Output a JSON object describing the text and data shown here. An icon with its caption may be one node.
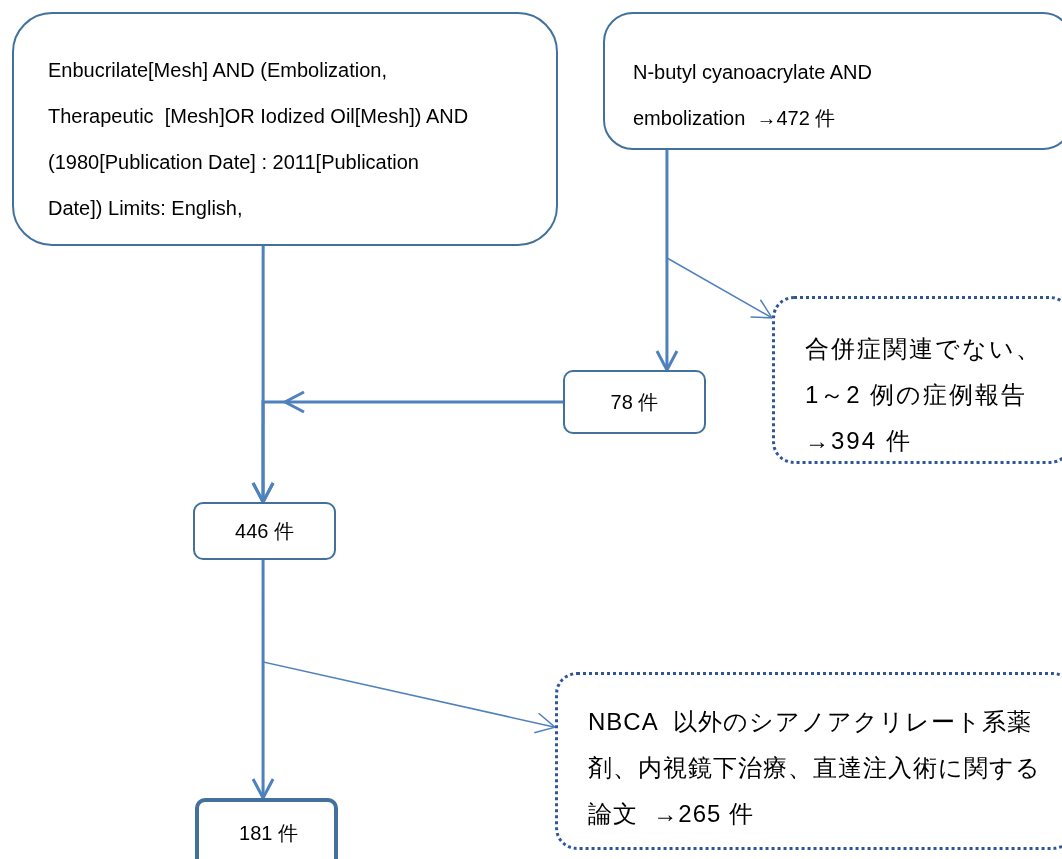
{
  "diagram": {
    "nodes": [
      {
        "text": [
          "Enbucrilate[Mesh] AND (Embolization, Therapeutic  [Mesh]OR Iodized Oil[Mesh]) AND (1980[Publication Date] : 2011[Publication Date]) Limits: English,"
        ]
      },
      {
        "text": [
          "N-butyl cyanoacrylate AND embolization  →472 件"
        ]
      },
      {
        "text": [
          "合併症関連でない、1～2 例の症例報告 →394 件"
        ]
      },
      {
        "text": [
          "78 件"
        ]
      },
      {
        "text": [
          "446 件"
        ]
      },
      {
        "text": [
          "NBCA  以外のシアノアクリレート系薬剤、内視鏡下治療、直達注入術に関する論文  →265 件"
        ]
      },
      {
        "text": [
          "181 件"
        ]
      }
    ],
    "edges": [
      {
        "from": 0,
        "to": 4,
        "arrow": "to"
      },
      {
        "from": 1,
        "to": 3,
        "arrow": "to"
      },
      {
        "from": 1,
        "to": 2,
        "arrow": "to"
      },
      {
        "from": 3,
        "to": 4,
        "arrow": "to"
      },
      {
        "from": 4,
        "to": 6,
        "arrow": "to"
      },
      {
        "from": 4,
        "to": 5,
        "arrow": "to"
      }
    ]
  }
}
